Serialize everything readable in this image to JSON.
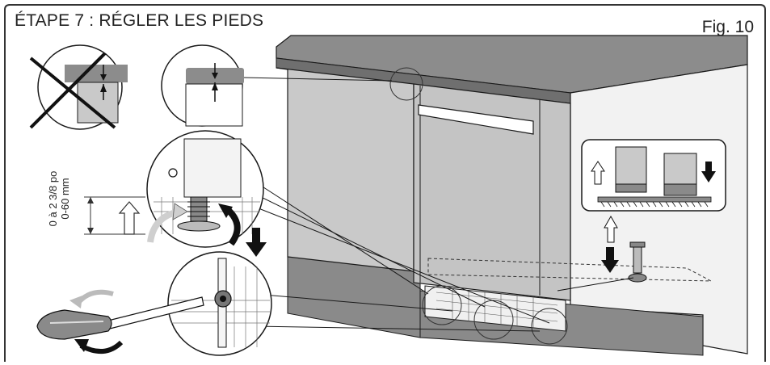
{
  "title": "ÉTAPE 7 : RÉGLER LES PIEDS",
  "figure": "Fig. 10",
  "height_range": {
    "imperial": "0 à 2 3/8 po",
    "metric": "0-60 mm"
  },
  "colors": {
    "panel_front": "#c9c9c9",
    "panel_top": "#8c8c8c",
    "panel_side": "#e6e6e6",
    "plinth": "#8a8a8a",
    "line": "#1a1a1a",
    "arrow_grey": "#d9d9d9",
    "arrow_black": "#111111"
  },
  "icons": [
    "no-cross-icon",
    "adjust-arrow-up-icon",
    "rotate-clockwise-icon",
    "rotate-counterclockwise-icon",
    "arrow-down-icon",
    "screwdriver-icon",
    "level-up-arrow-icon",
    "level-down-arrow-icon"
  ]
}
